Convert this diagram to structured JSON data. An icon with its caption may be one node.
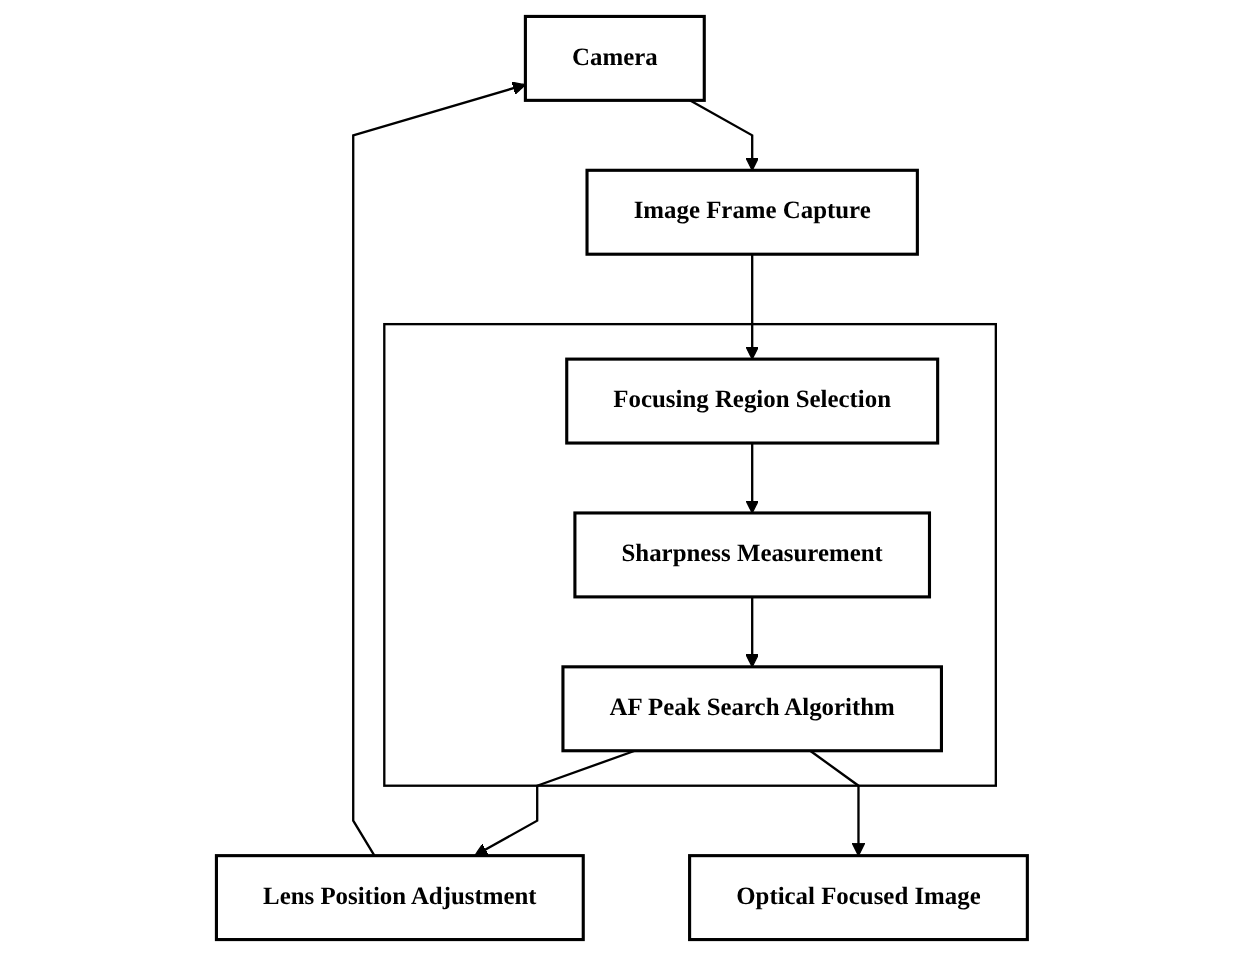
{
  "diagram": {
    "nodes": [
      {
        "text": [
          "Camera"
        ]
      },
      {
        "text": [
          "Image Frame Capture"
        ]
      },
      {
        "text": [],
        "shape": "box"
      },
      {
        "text": [
          "Focusing Region Selection"
        ],
        "in": 2
      },
      {
        "text": [
          "Sharpness Measurement"
        ],
        "in": 2
      },
      {
        "text": [
          "AF Peak Search Algorithm"
        ],
        "in": 2
      },
      {
        "text": [
          "Lens Position Adjustment"
        ]
      },
      {
        "text": [
          "Optical Focused Image"
        ]
      }
    ],
    "edges": [
      {
        "from": 0,
        "to": 1,
        "arrow": "to"
      },
      {
        "from": 1,
        "to": 3,
        "arrow": "to"
      },
      {
        "from": 3,
        "to": 4,
        "arrow": "to"
      },
      {
        "from": 4,
        "to": 5,
        "arrow": "to"
      },
      {
        "from": 5,
        "to": 6,
        "arrow": "to"
      },
      {
        "from": 6,
        "to": 0,
        "arrow": "to"
      },
      {
        "from": 5,
        "to": 7,
        "arrow": "to"
      }
    ]
  }
}
